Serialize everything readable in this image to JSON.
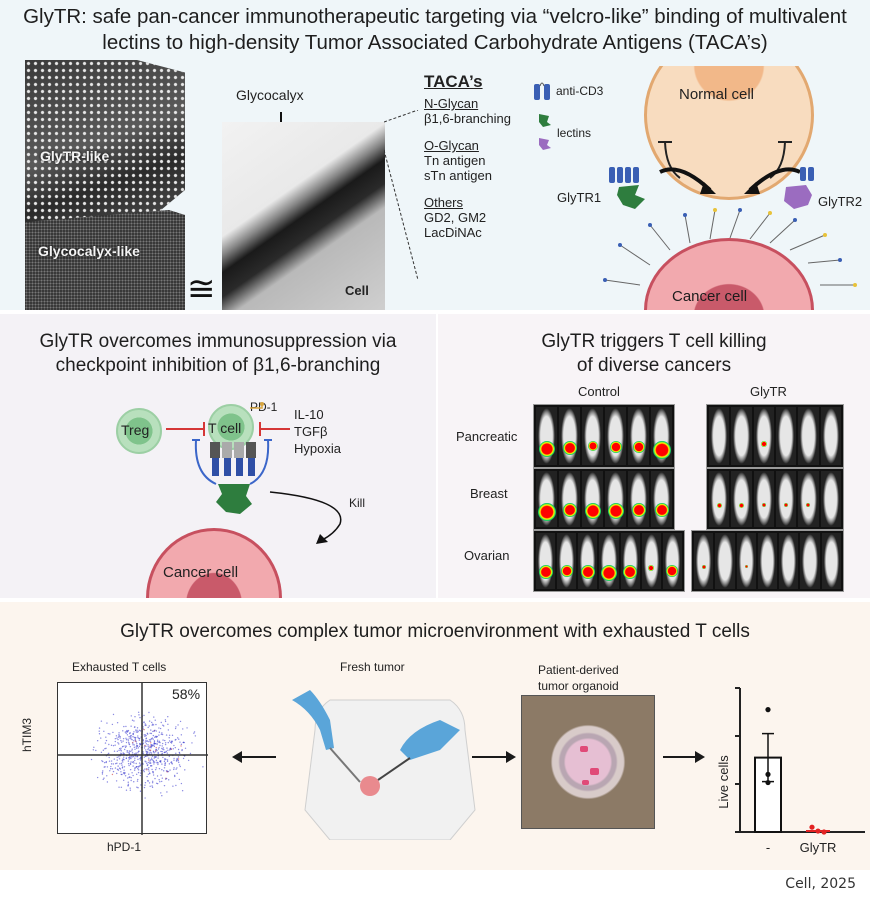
{
  "header": {
    "title_line1": "GlyTR: safe pan-cancer immunotherapeutic targeting via “velcro-like” binding of multivalent",
    "title_line2": "lectins to high-density Tumor Associated Carbohydrate Antigens (TACA’s)"
  },
  "top_panel": {
    "velcro_labels": [
      "GlyTR-like",
      "Glycocalyx-like"
    ],
    "approx_symbol": "≅",
    "glycocalyx_label": "Glycocalyx",
    "cell_label": "Cell",
    "taca": {
      "heading": "TACA’s",
      "groups": [
        {
          "name": "N-Glycan",
          "items": [
            "β1,6-branching"
          ]
        },
        {
          "name": "O-Glycan",
          "items": [
            "Tn antigen",
            "sTn antigen"
          ]
        },
        {
          "name": "Others",
          "items": [
            "GD2, GM2",
            "LacDiNAc"
          ]
        }
      ]
    },
    "legend": {
      "anti_cd3": "anti-CD3",
      "lectins": "lectins"
    },
    "normal_cell": "Normal cell",
    "cancer_cell": "Cancer cell",
    "glytr1": "GlyTR1",
    "glytr2": "GlyTR2",
    "colors": {
      "anti_cd3": "#3a5fb4",
      "lectin_green": "#2e7d3e",
      "lectin_purple": "#9b6cc0",
      "normal_cell": "#f8dcbf",
      "cancer_cell": "#f2a9ae"
    }
  },
  "mid_left": {
    "title_line1": "GlyTR overcomes immunosuppression via",
    "title_line2": "checkpoint inhibition of β1,6-branching",
    "treg": "Treg",
    "tcell": "T cell",
    "pd1": "PD-1",
    "suppressors": [
      "IL-10",
      "TGFβ",
      "Hypoxia"
    ],
    "kill": "Kill",
    "cancer_cell": "Cancer cell"
  },
  "mid_right": {
    "title_line1": "GlyTR triggers T cell killing",
    "title_line2": "of diverse cancers",
    "col_control": "Control",
    "col_glytr": "GlyTR",
    "rows": [
      {
        "label": "Pancreatic",
        "control_mice": 6,
        "glytr_mice": 6
      },
      {
        "label": "Breast",
        "control_mice": 6,
        "glytr_mice": 6
      },
      {
        "label": "Ovarian",
        "control_mice": 7,
        "glytr_mice": 7
      }
    ]
  },
  "bottom": {
    "title": "GlyTR overcomes complex tumor microenvironment with exhausted T cells",
    "flow": {
      "title": "Exhausted T cells",
      "quadrant_pct": "58%",
      "xlabel": "hPD-1",
      "ylabel": "hTIM3"
    },
    "fresh_tumor": "Fresh tumor",
    "organoid_line1": "Patient-derived",
    "organoid_line2": "tumor organoid"
  },
  "chart_data": {
    "type": "bar",
    "title": "",
    "ylabel": "Live cells",
    "xlabel": "",
    "categories": [
      "-",
      "GlyTR"
    ],
    "values": [
      1.55,
      0.02
    ],
    "error_sem": [
      0.5,
      0.02
    ],
    "points": [
      [
        2.55,
        1.2,
        1.03
      ],
      [
        0.1,
        0.02,
        0.0
      ]
    ],
    "ylim": [
      0,
      3
    ],
    "yticks": [
      0,
      1,
      2,
      3
    ],
    "colors": [
      "#111111",
      "#e22222"
    ]
  },
  "footer": {
    "citation": "Cell, 2025"
  }
}
